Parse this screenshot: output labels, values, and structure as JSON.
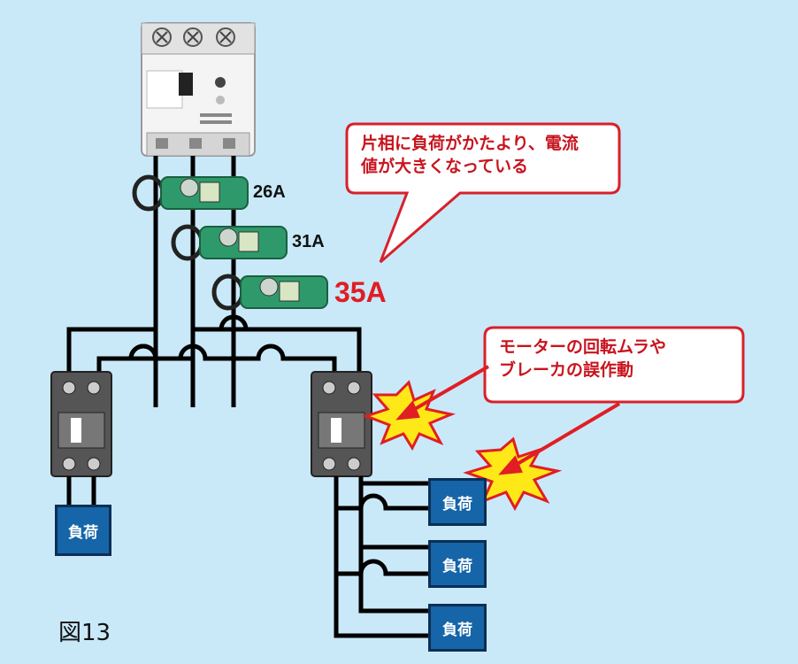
{
  "meter_readings": [
    {
      "value": "26A",
      "color": "#111111"
    },
    {
      "value": "31A",
      "color": "#111111"
    },
    {
      "value": "35A",
      "color": "#e01e24"
    }
  ],
  "callout_top": {
    "line1": "片相に負荷がかたより、電流",
    "line2": "値が大きくなっている"
  },
  "callout_right": {
    "line1": "モーターの回転ムラや",
    "line2": "ブレーカの誤作動"
  },
  "loads": {
    "left": "負荷",
    "right": [
      "負荷",
      "負荷",
      "負荷"
    ]
  },
  "figure_label": "図13",
  "colors": {
    "background": "#c9e9f9",
    "callout_border": "#d8202a",
    "callout_text": "#c8141e",
    "load_box": "#1565a8",
    "highlight_reading": "#e01e24"
  }
}
